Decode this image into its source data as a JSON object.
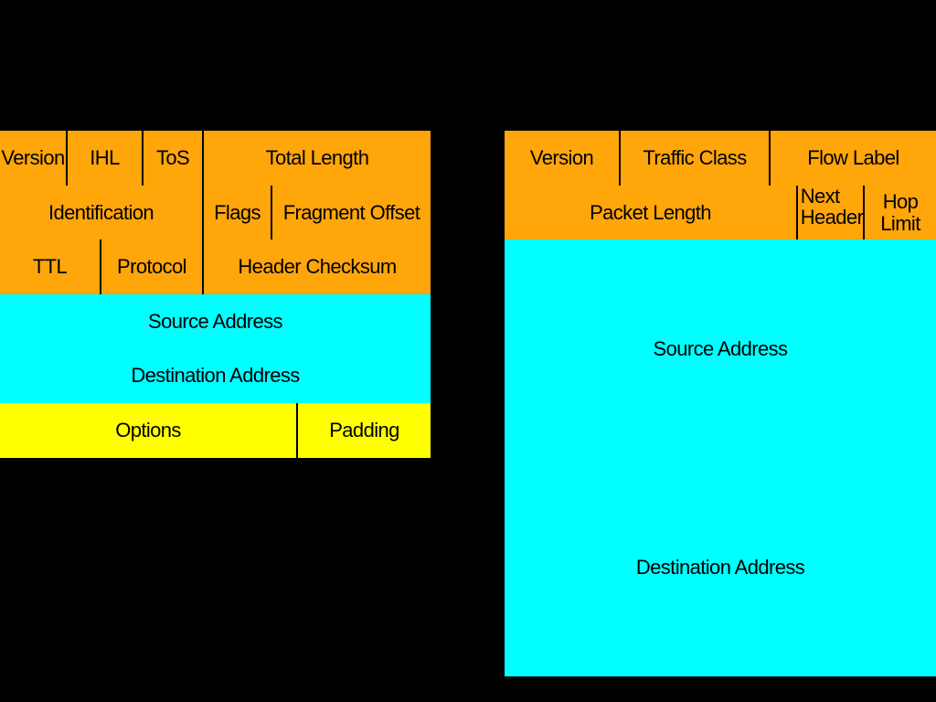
{
  "colors": {
    "background": "#000000",
    "orange": "#FFA60A",
    "cyan": "#00FFFF",
    "yellow": "#FFFF00",
    "divider": "#000000",
    "text": "#000000"
  },
  "ipv4_header": {
    "version": "Version",
    "ihl": "IHL",
    "tos": "ToS",
    "total_length": "Total Length",
    "identification": "Identification",
    "flags": "Flags",
    "fragment_offset": "Fragment Offset",
    "ttl": "TTL",
    "protocol": "Protocol",
    "header_checksum": "Header Checksum",
    "source_address": "Source Address",
    "destination_address": "Destination Address",
    "options": "Options",
    "padding": "Padding"
  },
  "ipv6_header": {
    "version": "Version",
    "traffic_class": "Traffic Class",
    "flow_label": "Flow Label",
    "packet_length": "Packet Length",
    "next_header": "Next Header",
    "hop_limit": "Hop Limit",
    "source_address": "Source Address",
    "destination_address": "Destination Address"
  }
}
